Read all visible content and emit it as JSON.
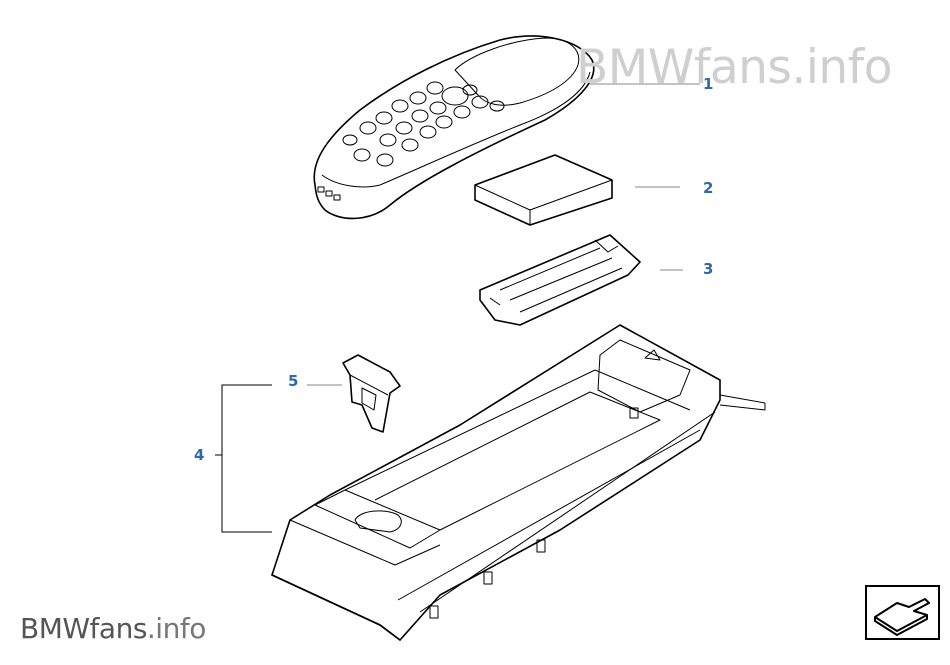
{
  "watermark_top": {
    "brand": "BMWfans",
    "suffix": ".info"
  },
  "watermark_bottom": {
    "brand": "BMWfans",
    "suffix": ".info"
  },
  "callouts": [
    {
      "id": "1",
      "label": "1"
    },
    {
      "id": "2",
      "label": "2"
    },
    {
      "id": "3",
      "label": "3"
    },
    {
      "id": "4",
      "label": "4"
    },
    {
      "id": "5",
      "label": "5"
    }
  ],
  "colors": {
    "callout": "#2e6aa8",
    "watermark_light": "#cfcfcf",
    "watermark_dark": "#555555",
    "line": "#000000"
  },
  "nav_icon": "return-arrow-icon"
}
